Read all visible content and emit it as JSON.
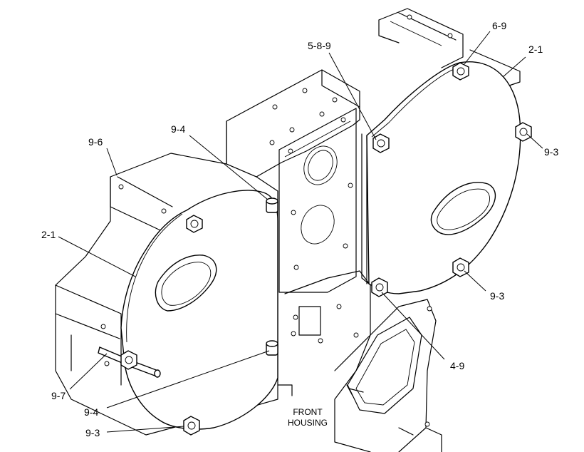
{
  "callouts": {
    "c_6_9": "6-9",
    "c_5_8_9": "5-8-9",
    "c_2_1_right": "2-1",
    "c_9_3_right_upper": "9-3",
    "c_9_3_right_lower": "9-3",
    "c_4_9": "4-9",
    "c_9_4_top": "9-4",
    "c_9_6": "9-6",
    "c_2_1_left": "2-1",
    "c_9_7": "9-7",
    "c_9_4_bottom": "9-4",
    "c_9_3_bottom": "9-3"
  },
  "caption": {
    "line1": "FRONT",
    "line2": "HOUSING"
  }
}
